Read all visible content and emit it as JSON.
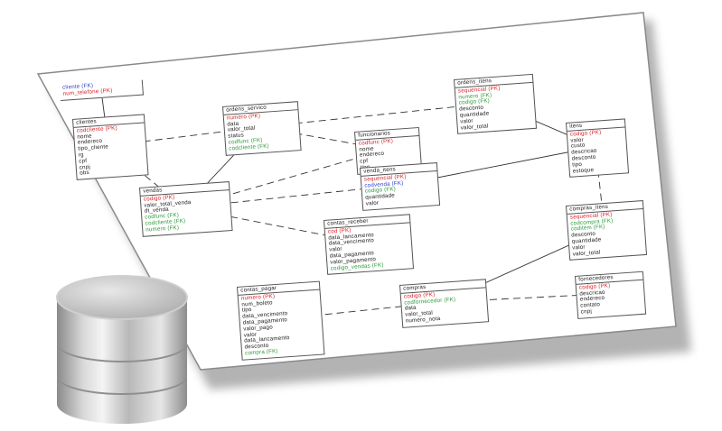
{
  "diagram": {
    "title": "Database ER diagram illustration",
    "colors": {
      "primary_key": "#d8232a",
      "foreign_key": "#2e9b3a",
      "secondary_key": "#3344cc",
      "text": "#222222",
      "border": "#555555"
    },
    "tables": [
      {
        "id": "telefones",
        "name": "",
        "rows": [
          {
            "t": "cliente (FK)",
            "k": "bl"
          },
          {
            "t": "num_telefone (PK)",
            "k": "pk"
          }
        ]
      },
      {
        "id": "clientes",
        "name": "clientes",
        "rows": [
          {
            "t": "codcliente (PK)",
            "k": "pk"
          },
          {
            "t": "nome",
            "k": ""
          },
          {
            "t": "endereco",
            "k": ""
          },
          {
            "t": "tipo_cliente",
            "k": ""
          },
          {
            "t": "rg",
            "k": ""
          },
          {
            "t": "cpf",
            "k": ""
          },
          {
            "t": "cnpj",
            "k": ""
          },
          {
            "t": "obs",
            "k": ""
          }
        ]
      },
      {
        "id": "ordens_servico",
        "name": "ordens_servico",
        "rows": [
          {
            "t": "numero (PK)",
            "k": "pk"
          },
          {
            "t": "data",
            "k": ""
          },
          {
            "t": "valor_total",
            "k": ""
          },
          {
            "t": "status",
            "k": ""
          },
          {
            "t": "codfunc (FK)",
            "k": "fk"
          },
          {
            "t": "codcliente (FK)",
            "k": "fk"
          }
        ]
      },
      {
        "id": "ordens_itens",
        "name": "ordens_itens",
        "rows": [
          {
            "t": "sequencial (PK)",
            "k": "pk"
          },
          {
            "t": "numero (FK)",
            "k": "fk"
          },
          {
            "t": "codigo (FK)",
            "k": "fk"
          },
          {
            "t": "desconto",
            "k": ""
          },
          {
            "t": "quantidade",
            "k": ""
          },
          {
            "t": "valor",
            "k": ""
          },
          {
            "t": "valor_total",
            "k": ""
          }
        ]
      },
      {
        "id": "funcionarios",
        "name": "funcionarios",
        "rows": [
          {
            "t": "codfunc (PK)",
            "k": "pk"
          },
          {
            "t": "nome",
            "k": ""
          },
          {
            "t": "endereco",
            "k": ""
          },
          {
            "t": "cpf",
            "k": ""
          },
          {
            "t": "tipo",
            "k": ""
          }
        ]
      },
      {
        "id": "itens",
        "name": "itens",
        "rows": [
          {
            "t": "codigo (PK)",
            "k": "pk"
          },
          {
            "t": "valor",
            "k": ""
          },
          {
            "t": "custo",
            "k": ""
          },
          {
            "t": "descricao",
            "k": ""
          },
          {
            "t": "desconto",
            "k": ""
          },
          {
            "t": "tipo",
            "k": ""
          },
          {
            "t": "estoque",
            "k": ""
          }
        ]
      },
      {
        "id": "vendas",
        "name": "vendas",
        "rows": [
          {
            "t": "codigo (PK)",
            "k": "pk"
          },
          {
            "t": "valor_total_venda",
            "k": ""
          },
          {
            "t": "dt_venda",
            "k": ""
          },
          {
            "t": "codfunc (FK)",
            "k": "fk"
          },
          {
            "t": "codcliente (FK)",
            "k": "fk"
          },
          {
            "t": "numero (FK)",
            "k": "fk"
          }
        ]
      },
      {
        "id": "venda_itens",
        "name": "venda_itens",
        "rows": [
          {
            "t": "sequencial (PK)",
            "k": "pk"
          },
          {
            "t": "codvenda (FK)",
            "k": "bl"
          },
          {
            "t": "codigo (FK)",
            "k": "fk"
          },
          {
            "t": "quantidade",
            "k": ""
          },
          {
            "t": "valor",
            "k": ""
          }
        ]
      },
      {
        "id": "contas_receber",
        "name": "contas_receber",
        "rows": [
          {
            "t": "cod (PK)",
            "k": "pk"
          },
          {
            "t": "data_lancamento",
            "k": ""
          },
          {
            "t": "data_vencimento",
            "k": ""
          },
          {
            "t": "valor",
            "k": ""
          },
          {
            "t": "data_pagamento",
            "k": ""
          },
          {
            "t": "valor_pagamento",
            "k": ""
          },
          {
            "t": "codigo_vendas (FK)",
            "k": "fk"
          }
        ]
      },
      {
        "id": "compras_itens",
        "name": "compras_itens",
        "rows": [
          {
            "t": "sequencial (PK)",
            "k": "pk"
          },
          {
            "t": "codcompra (FK)",
            "k": "fk"
          },
          {
            "t": "coditem (FK)",
            "k": "fk"
          },
          {
            "t": "desconto",
            "k": ""
          },
          {
            "t": "quantidade",
            "k": ""
          },
          {
            "t": "valor",
            "k": ""
          },
          {
            "t": "valor_total",
            "k": ""
          }
        ]
      },
      {
        "id": "contas_pagar",
        "name": "contas_pagar",
        "rows": [
          {
            "t": "numero (PK)",
            "k": "pk"
          },
          {
            "t": "num_boleto",
            "k": ""
          },
          {
            "t": "tipo",
            "k": ""
          },
          {
            "t": "data_vencimento",
            "k": ""
          },
          {
            "t": "data_pagamento",
            "k": ""
          },
          {
            "t": "valor_pago",
            "k": ""
          },
          {
            "t": "valor",
            "k": ""
          },
          {
            "t": "data_lancamento",
            "k": ""
          },
          {
            "t": "desconto",
            "k": ""
          },
          {
            "t": "compra (FK)",
            "k": "fk"
          }
        ]
      },
      {
        "id": "compras",
        "name": "compras",
        "rows": [
          {
            "t": "codigo (PK)",
            "k": "pk"
          },
          {
            "t": "codfornecedor (FK)",
            "k": "fk"
          },
          {
            "t": "data",
            "k": ""
          },
          {
            "t": "valor_total",
            "k": ""
          },
          {
            "t": "numero_nota",
            "k": ""
          }
        ]
      },
      {
        "id": "fornecedores",
        "name": "fornecedores",
        "rows": [
          {
            "t": "codigo (PK)",
            "k": "pk"
          },
          {
            "t": "descricao",
            "k": ""
          },
          {
            "t": "endereco",
            "k": ""
          },
          {
            "t": "contato",
            "k": ""
          },
          {
            "t": "cnpj",
            "k": ""
          }
        ]
      }
    ],
    "relationships": [
      {
        "from": "telefones",
        "to": "clientes"
      },
      {
        "from": "clientes",
        "to": "ordens_servico"
      },
      {
        "from": "clientes",
        "to": "vendas"
      },
      {
        "from": "ordens_servico",
        "to": "vendas"
      },
      {
        "from": "ordens_servico",
        "to": "funcionarios"
      },
      {
        "from": "ordens_servico",
        "to": "ordens_itens"
      },
      {
        "from": "ordens_itens",
        "to": "itens"
      },
      {
        "from": "funcionarios",
        "to": "vendas"
      },
      {
        "from": "vendas",
        "to": "venda_itens"
      },
      {
        "from": "venda_itens",
        "to": "itens"
      },
      {
        "from": "vendas",
        "to": "contas_receber"
      },
      {
        "from": "itens",
        "to": "compras_itens"
      },
      {
        "from": "compras_itens",
        "to": "compras"
      },
      {
        "from": "contas_pagar",
        "to": "compras"
      },
      {
        "from": "compras",
        "to": "fornecedores"
      }
    ]
  },
  "icon": {
    "name": "database-icon"
  }
}
